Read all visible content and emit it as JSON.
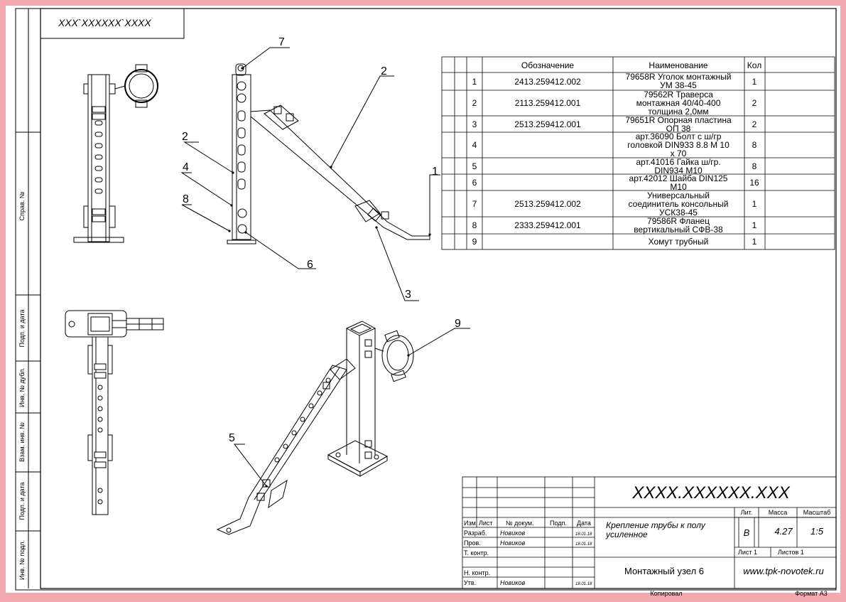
{
  "top_stamp": "XXX`XXXXXX`XXXX",
  "side_labels": [
    "Справ. №",
    "Подп. и дата",
    "Инв. № дубл.",
    "Взам. инв. №",
    "Подп. и дата",
    "Инв. № подл."
  ],
  "bom": {
    "headers": [
      "Обозначение",
      "Наименование",
      "Кол"
    ],
    "rows": [
      {
        "pos": "1",
        "code": "2413.259412.002",
        "name": [
          "79658R Уголок монтажный",
          "УМ 38-45"
        ],
        "qty": "1"
      },
      {
        "pos": "2",
        "code": "2113.259412.001",
        "name": [
          "79562R Траверса",
          "монтажная 40/40-400",
          "толщина 2,0мм"
        ],
        "qty": "2"
      },
      {
        "pos": "3",
        "code": "2513.259412.001",
        "name": [
          "79651R Опорная пластина",
          "ОП 38"
        ],
        "qty": "2"
      },
      {
        "pos": "4",
        "code": "",
        "name": [
          "арт.36090  Болт с ш/гр",
          "головкой DIN933 8.8 М 10",
          "х 70"
        ],
        "qty": "8"
      },
      {
        "pos": "5",
        "code": "",
        "name": [
          "арт.41016 Гайка ш/гр.",
          "DIN934  М10"
        ],
        "qty": "8"
      },
      {
        "pos": "6",
        "code": "",
        "name": [
          "арт.42012 Шайба  DIN125",
          "М10"
        ],
        "qty": "16"
      },
      {
        "pos": "7",
        "code": "2513.259412.002",
        "name": [
          "Универсальный",
          "соединитель консольный",
          "УСК38-45"
        ],
        "qty": "1"
      },
      {
        "pos": "8",
        "code": "2333.259412.001",
        "name": [
          "79586R Фланец",
          "вертикальный СФВ-38"
        ],
        "qty": "1"
      },
      {
        "pos": "9",
        "code": "",
        "name": [
          "Хомут трубный"
        ],
        "qty": "1"
      }
    ]
  },
  "callouts": [
    "1",
    "2",
    "2",
    "3",
    "4",
    "5",
    "6",
    "7",
    "8",
    "9"
  ],
  "title_block": {
    "designation": "XXXX.XXXXXX.XXX",
    "title": [
      "Крепление трубы к полу",
      "усиленное"
    ],
    "col_headers": [
      "Изм.",
      "Лист",
      "№ докум.",
      "Подп.",
      "Дата"
    ],
    "rows": [
      {
        "role": "Разраб.",
        "name": "Новиков",
        "date": "18.01.18"
      },
      {
        "role": "Пров.",
        "name": "Новиков",
        "date": "18.01.18"
      },
      {
        "role": "Т. контр.",
        "name": "",
        "date": ""
      },
      {
        "role": "Н. контр.",
        "name": "",
        "date": ""
      },
      {
        "role": "Утв.",
        "name": "Новиков",
        "date": "18.01.18"
      }
    ],
    "lit_label": "Лит.",
    "mass_label": "Масса",
    "scale_label": "Масштаб",
    "lit": "В",
    "mass": "4.27",
    "scale": "1:5",
    "sheet": "Лист 1",
    "sheets": "Листов 1",
    "subtitle": "Монтажный узел 6",
    "website": "www.tpk-novotek.ru"
  },
  "footer": {
    "copied": "Копировал",
    "format": "Формат А3"
  }
}
